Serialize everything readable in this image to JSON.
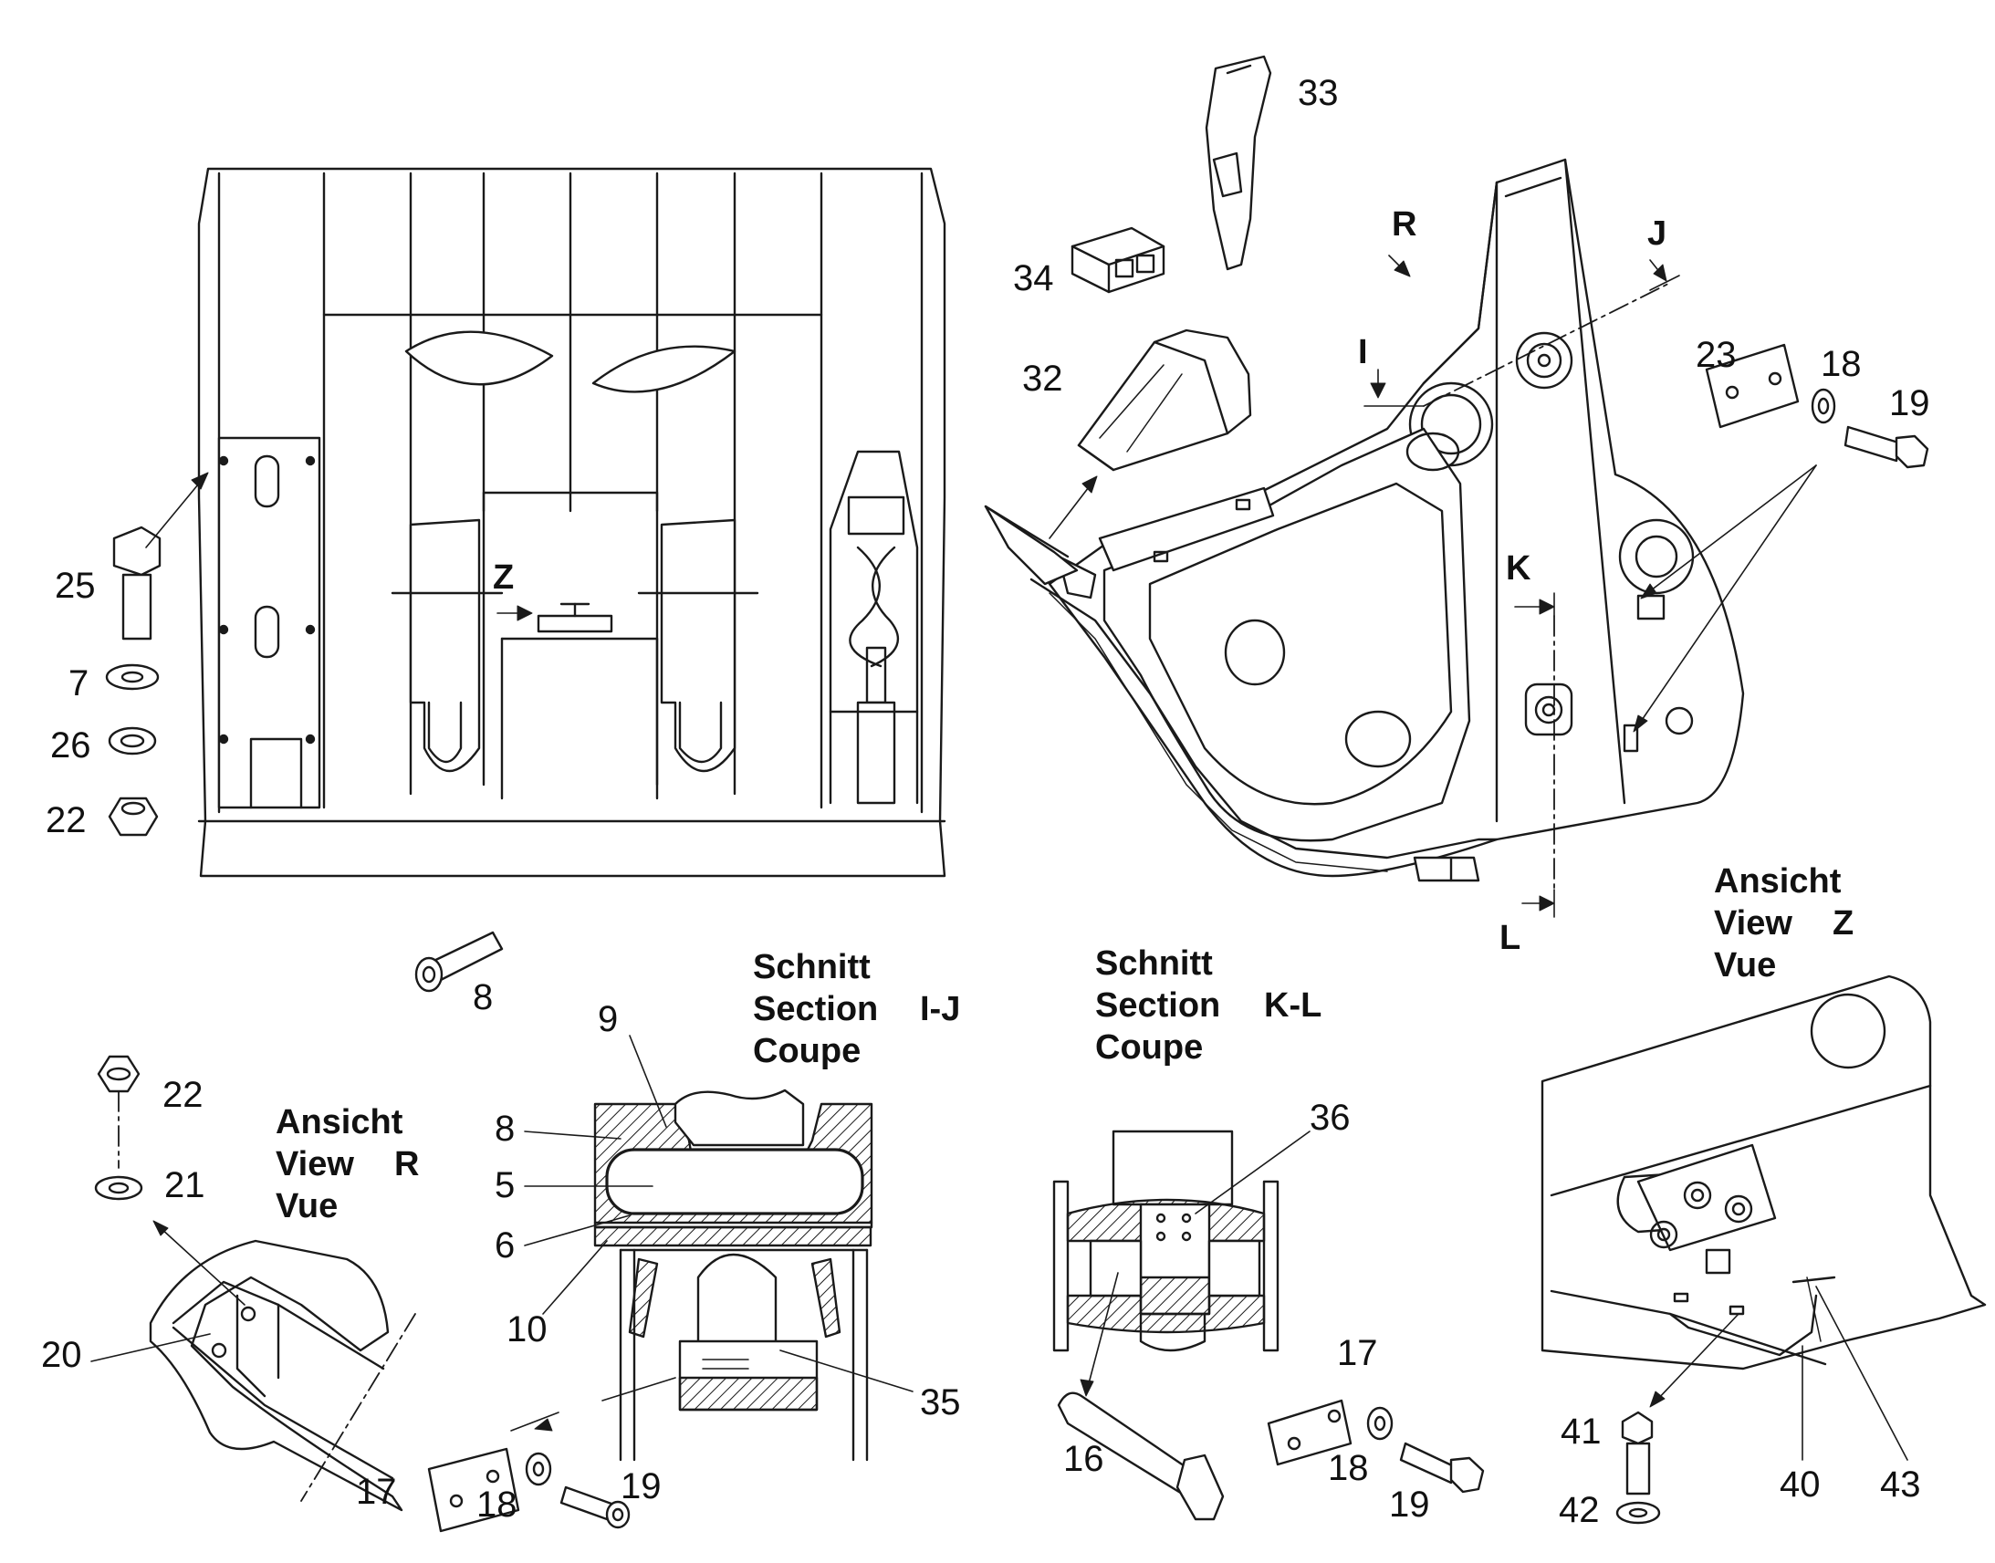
{
  "callouts": {
    "n25": "25",
    "n7": "7",
    "n26": "26",
    "n22a": "22",
    "n33": "33",
    "n34": "34",
    "n32": "32",
    "n23": "23",
    "n18a": "18",
    "n19a": "19",
    "n8a": "8",
    "n22b": "22",
    "n21": "21",
    "n20": "20",
    "n9": "9",
    "n8b": "8",
    "n5": "5",
    "n6": "6",
    "n10": "10",
    "n35": "35",
    "n17a": "17",
    "n18b": "18",
    "n19b": "19",
    "n36": "36",
    "n16": "16",
    "n17b": "17",
    "n18c": "18",
    "n19c": "19",
    "n41": "41",
    "n42": "42",
    "n40": "40",
    "n43": "43"
  },
  "view_markers": {
    "z_arrow": "Z",
    "r_arrow": "R",
    "i_mark": "I",
    "j_mark": "J",
    "k_mark": "K",
    "l_mark": "L"
  },
  "titles": {
    "view_z": {
      "line1": "Ansicht",
      "line2": "View",
      "letter": "Z",
      "line3": "Vue"
    },
    "view_r": {
      "line1": "Ansicht",
      "line2": "View",
      "letter": "R",
      "line3": "Vue"
    },
    "section_ij": {
      "line1": "Schnitt",
      "line2": "Section",
      "letter": "I-J",
      "line3": "Coupe"
    },
    "section_kl": {
      "line1": "Schnitt",
      "line2": "Section",
      "letter": "K-L",
      "line3": "Coupe"
    }
  }
}
